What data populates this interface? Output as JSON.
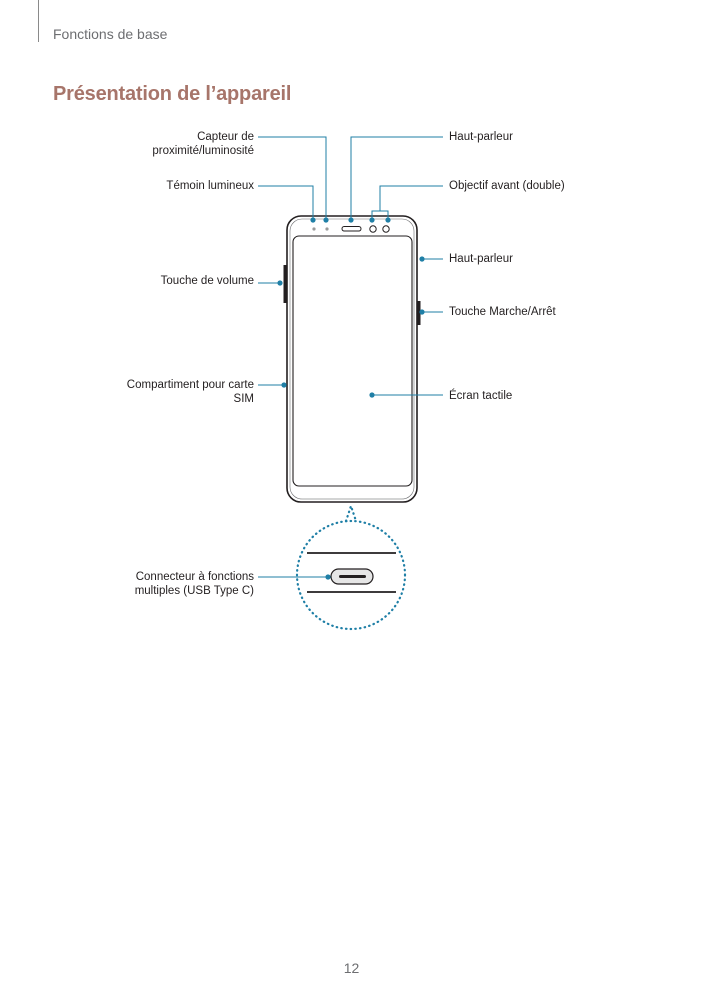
{
  "header": {
    "section": "Fonctions de base"
  },
  "title": "Présentation de l’appareil",
  "labels": {
    "proximity_1": "Capteur de",
    "proximity_2": "proximité/luminosité",
    "led": "Témoin lumineux",
    "volume": "Touche de volume",
    "sim_1": "Compartiment pour carte",
    "sim_2": "SIM",
    "usb_1": "Connecteur à fonctions",
    "usb_2": "multiples (USB Type C)",
    "speaker_top": "Haut-parleur",
    "front_camera": "Objectif avant (double)",
    "speaker_side": "Haut-parleur",
    "power": "Touche Marche/Arrêt",
    "touchscreen": "Écran tactile"
  },
  "colors": {
    "callout": "#1f7fa6",
    "title": "#a7756a",
    "outline": "#231f20"
  },
  "page_number": "12"
}
